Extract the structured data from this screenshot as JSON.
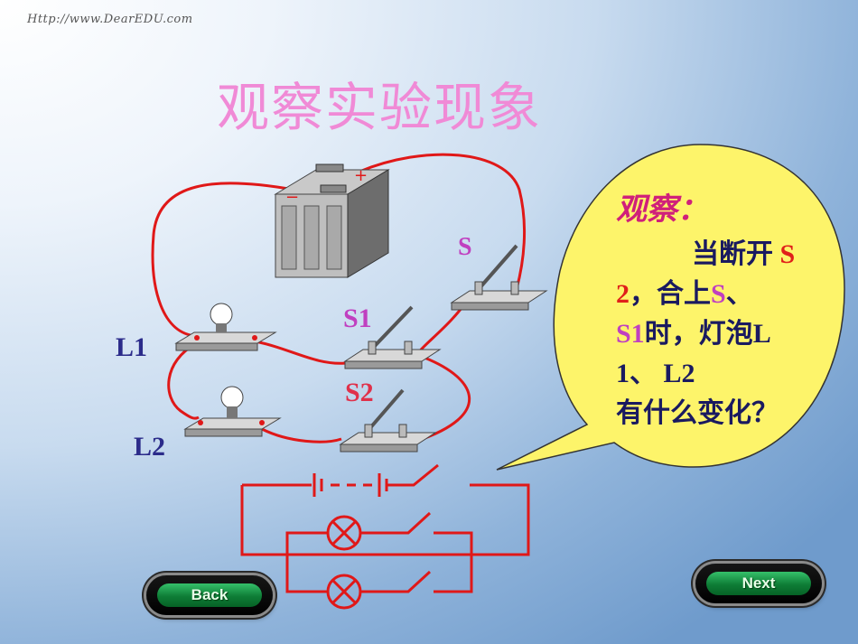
{
  "site_url": "Http://www.DearEDU.com",
  "title": "观察实验现象",
  "labels": {
    "L1": "L1",
    "L2": "L2",
    "S": "S",
    "S1": "S1",
    "S2": "S2"
  },
  "battery": {
    "plus": "+",
    "minus": "−"
  },
  "bubble": {
    "heading": "观察：",
    "p1": "当断开",
    "s2a": "S",
    "s2b": "2",
    "p2": "，合上",
    "s": "S",
    "p3": "、",
    "s1": "S1",
    "p4": "时，灯泡",
    "p5": "L",
    "p6": "1、 L2",
    "p7": "有什么变化？"
  },
  "nav": {
    "back_label": "Back",
    "next_label": "Next"
  },
  "colors": {
    "wire": "#e01818",
    "title": "#f08ad6",
    "bubble": "#fdf46a",
    "button": "#0e7d36"
  }
}
